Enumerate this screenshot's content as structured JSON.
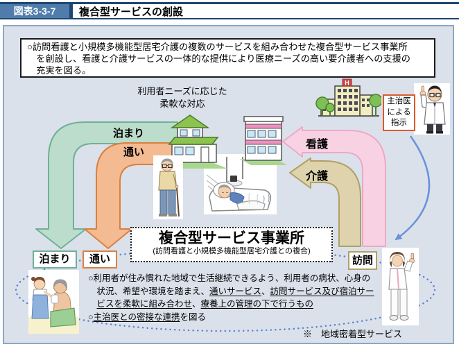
{
  "header": {
    "figure_no": "図表3-3-7",
    "title": "複合型サービスの創設"
  },
  "summary": {
    "lines": [
      "○訪問看護と小規模多機能型居宅介護の複数のサービスを組み合わせた複合型サービス事業所",
      "　を創設し、看護と介護サービスの一体的な提供により医療ニーズの高い要介護者への支援の",
      "　充実を図る。"
    ]
  },
  "flexible": {
    "lines": [
      "利用者ニーズに応じた",
      "柔軟な対応"
    ]
  },
  "doctor_box": {
    "lines": [
      "主治医",
      "による",
      "指示"
    ]
  },
  "arrow_labels": {
    "stay": "泊まり",
    "commute": "通い",
    "nursing": "看護",
    "care": "介護"
  },
  "service_boxes": {
    "stay": "泊まり",
    "commute": "通い",
    "visit": "訪問"
  },
  "office": {
    "title": "複合型サービス事業所",
    "subtitle": "(訪問看護と小規模多機能型居宅介護との複合)"
  },
  "notes": {
    "lines": [
      [
        {
          "t": "○利用者が住み慣れた地域で生活継続できるよう、利用者の病状、心身の"
        }
      ],
      [
        {
          "t": "　状況、希望や環境を踏まえ、"
        },
        {
          "t": "通いサービス",
          "u": true
        },
        {
          "t": "、"
        },
        {
          "t": "訪問サービス及び宿泊サー",
          "u": true
        }
      ],
      [
        {
          "t": "　"
        },
        {
          "t": "ビスを柔軟に組み合わせ",
          "u": true
        },
        {
          "t": "、"
        },
        {
          "t": "療養上の管理の下で行うもの",
          "u": true
        }
      ],
      [
        {
          "t": "○"
        },
        {
          "t": "主治医との密接な連携",
          "u": true
        },
        {
          "t": "を図る"
        }
      ]
    ]
  },
  "footnote": "※　地域密着型サービス",
  "colors": {
    "navy": "#1d4773",
    "steel": "#4f7cab",
    "panel-bg": "#dbe1eb",
    "panel-border": "#8ba6c7",
    "stay-fill": "#bcdccc",
    "stay-stroke": "#6fb097",
    "commute-fill": "#f4ba92",
    "commute-stroke": "#d9803f",
    "nursing-fill": "#f8d2e2",
    "nursing-stroke": "#eca9c8",
    "care-fill": "#ded3ad",
    "care-stroke": "#b1a065",
    "doctor-border": "#d95b2e",
    "blue-arrow": "#6a93d8",
    "ellipse": "#5b82cf",
    "roof-green": "#8cc34f",
    "grass-green": "#a8d88e",
    "band-pink": "#f090c0",
    "window-blue": "#c8e8f2"
  }
}
